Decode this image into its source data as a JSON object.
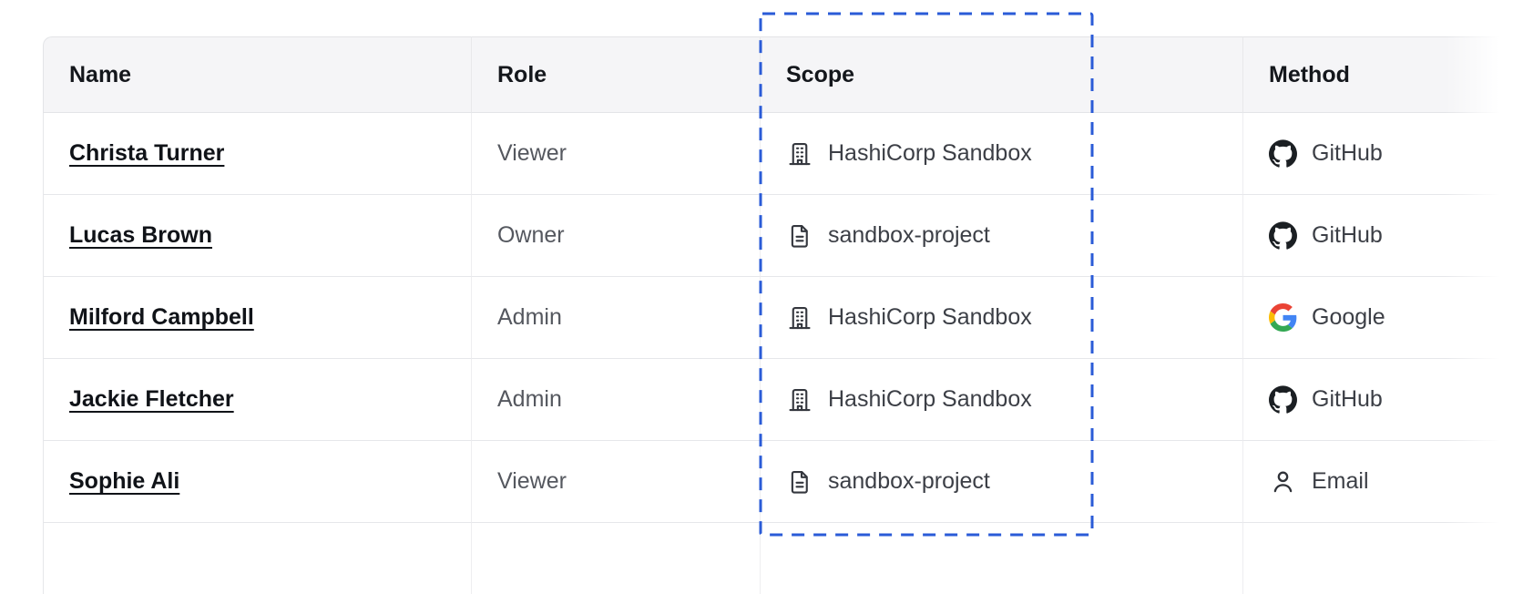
{
  "page": {
    "background": "#ffffff"
  },
  "table": {
    "columns": [
      {
        "id": "name",
        "label": "Name"
      },
      {
        "id": "role",
        "label": "Role"
      },
      {
        "id": "scope",
        "label": "Scope"
      },
      {
        "id": "method",
        "label": "Method"
      }
    ],
    "rows": [
      {
        "name": "Christa Turner",
        "role": "Viewer",
        "scope": {
          "icon": "organization-icon",
          "label": "HashiCorp Sandbox"
        },
        "method": {
          "icon": "github-icon",
          "label": "GitHub"
        }
      },
      {
        "name": "Lucas Brown",
        "role": "Owner",
        "scope": {
          "icon": "document-icon",
          "label": "sandbox-project"
        },
        "method": {
          "icon": "github-icon",
          "label": "GitHub"
        }
      },
      {
        "name": "Milford Campbell",
        "role": "Admin",
        "scope": {
          "icon": "organization-icon",
          "label": "HashiCorp Sandbox"
        },
        "method": {
          "icon": "google-icon",
          "label": "Google"
        }
      },
      {
        "name": "Jackie Fletcher",
        "role": "Admin",
        "scope": {
          "icon": "organization-icon",
          "label": "HashiCorp Sandbox"
        },
        "method": {
          "icon": "github-icon",
          "label": "GitHub"
        }
      },
      {
        "name": "Sophie Ali",
        "role": "Viewer",
        "scope": {
          "icon": "document-icon",
          "label": "sandbox-project"
        },
        "method": {
          "icon": "person-icon",
          "label": "Email"
        }
      }
    ]
  },
  "annotation": {
    "target": "scope-column",
    "style": "dashed-rectangle",
    "color": "#2a5bd7"
  }
}
